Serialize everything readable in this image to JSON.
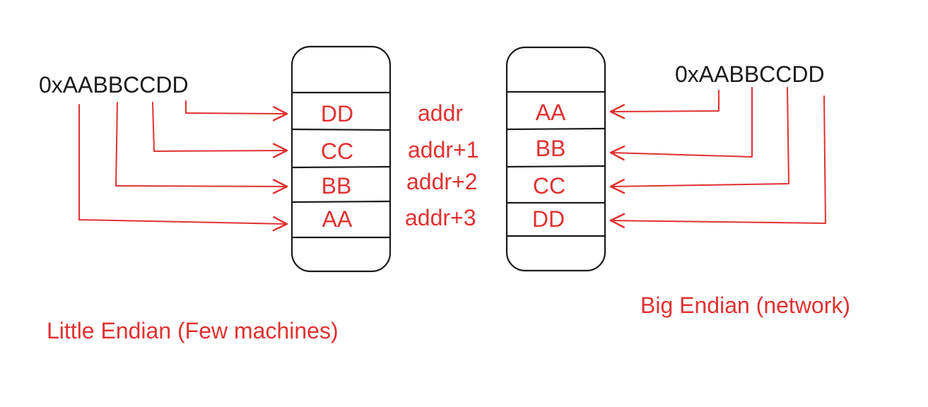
{
  "colors": {
    "accent": "#e03131",
    "ink": "#1a1a1a",
    "background": "#ffffff"
  },
  "little_endian": {
    "value": "0xAABBCCDD",
    "cells": [
      "DD",
      "CC",
      "BB",
      "AA"
    ],
    "caption": "Little Endian (Few machines)"
  },
  "addresses": [
    "addr",
    "addr+1",
    "addr+2",
    "addr+3"
  ],
  "big_endian": {
    "value": "0xAABBCCDD",
    "cells": [
      "AA",
      "BB",
      "CC",
      "DD"
    ],
    "caption": "Big Endian (network)"
  }
}
